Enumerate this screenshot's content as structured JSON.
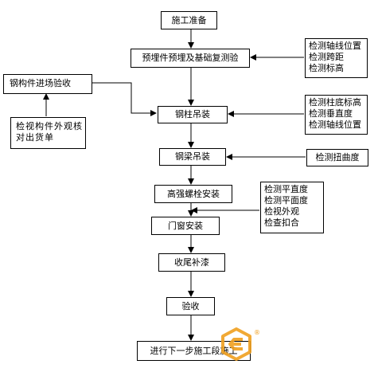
{
  "main_flow": {
    "step1": "施工准备",
    "step2": "预埋件预埋及基础复测验",
    "step3": "钢柱吊装",
    "step4": "钢梁吊装",
    "step5": "高强螺栓安装",
    "step6": "门窗安装",
    "step7": "收尾补漆",
    "step8": "验收",
    "step9": "进行下一步施工段施工"
  },
  "side_left": {
    "receiving": "钢构件进场验收",
    "check_lines": [
      "检视构件外观核",
      "对出货单"
    ]
  },
  "side_right": {
    "group1": [
      "检测轴线位置",
      "检测跨距",
      "检测标高"
    ],
    "group2": [
      "检测柱底标高",
      "检测垂直度",
      "检测轴线位置"
    ],
    "group3": "检测扭曲度",
    "group4": [
      "检测平直度",
      "检测平面度",
      "检视外观",
      "检查扣合"
    ]
  },
  "logo": {
    "icon": "hexagon-logo-icon",
    "color": "#f0a020",
    "mark": "®"
  }
}
